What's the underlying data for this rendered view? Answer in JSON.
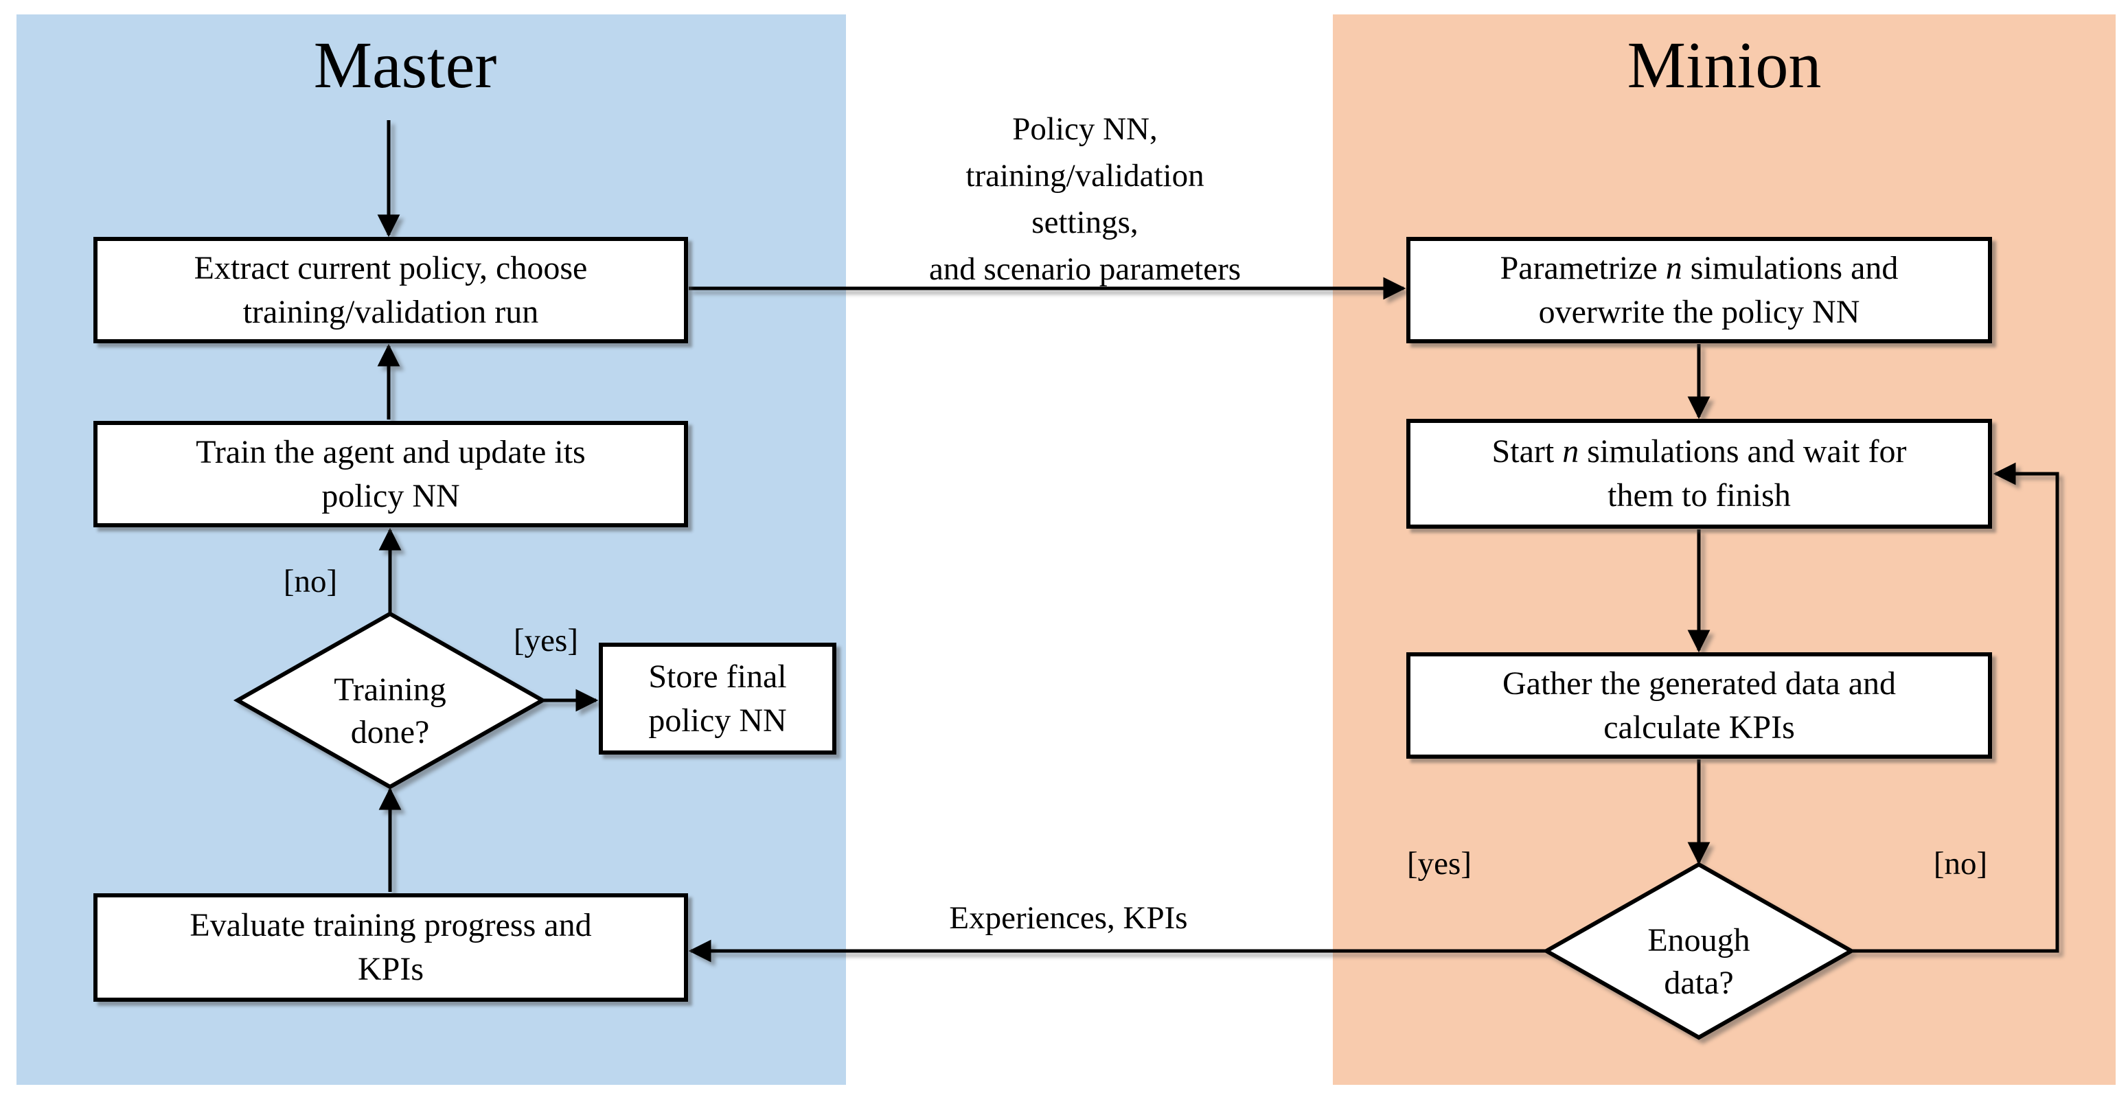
{
  "diagram": {
    "colors": {
      "master_panel_bg": "#BDD7EE",
      "minion_panel_bg": "#F8CBAD",
      "node_bg": "#FFFFFF",
      "stroke": "#000000"
    },
    "master": {
      "title": "Master",
      "extract_box": {
        "line1": "Extract current policy, choose",
        "line2": "training/validation run"
      },
      "train_box": {
        "line1": "Train the agent and update its",
        "line2": "policy NN"
      },
      "store_box": {
        "line1": "Store final",
        "line2": "policy NN"
      },
      "evaluate_box": {
        "line1": "Evaluate training progress and",
        "line2": "KPIs"
      },
      "decision": {
        "line1": "Training",
        "line2": "done?"
      },
      "branch_no": "[no]",
      "branch_yes": "[yes]"
    },
    "minion": {
      "title": "Minion",
      "parametrize_box": {
        "line1_pre": "Parametrize ",
        "line1_var": "n",
        "line1_post": " simulations and",
        "line2": "overwrite the policy NN"
      },
      "start_box": {
        "line1_pre": "Start ",
        "line1_var": "n",
        "line1_post": " simulations and wait for",
        "line2": "them to finish"
      },
      "gather_box": {
        "line1": "Gather the generated data and",
        "line2": "calculate KPIs"
      },
      "decision": {
        "line1": "Enough",
        "line2": "data?"
      },
      "branch_yes": "[yes]",
      "branch_no": "[no]"
    },
    "messages": {
      "to_minion": {
        "line1": "Policy NN,",
        "line2": "training/validation",
        "line3": "settings,",
        "line4": "and scenario parameters"
      },
      "to_master": "Experiences, KPIs"
    }
  }
}
